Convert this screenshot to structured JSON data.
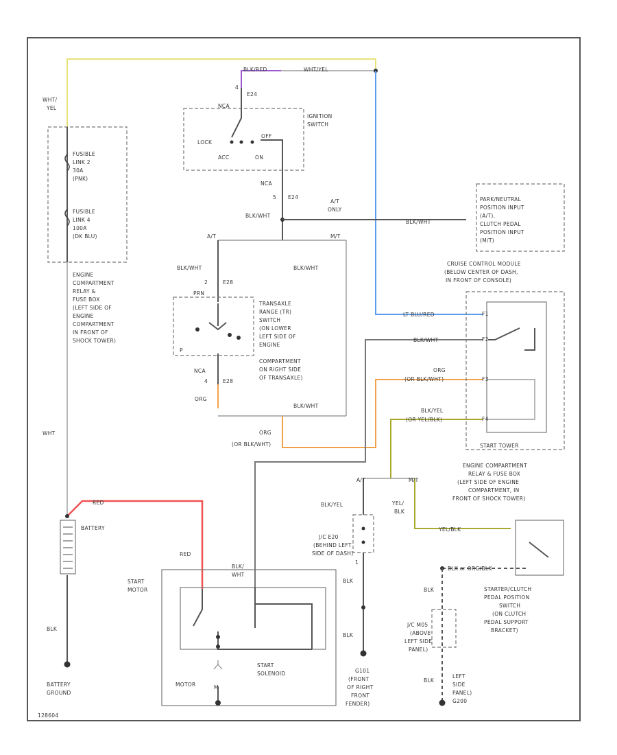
{
  "wire_colors": {
    "yellow": "#e8e27a",
    "blue": "#5b9bf0",
    "orange": "#f3a04a",
    "red": "#f05252",
    "yellow_green": "#a8a82e",
    "purple": "#9b59d0",
    "black": "#555555",
    "gray": "#888888"
  },
  "wires": {
    "wht_yel_top": "WHT/YEL",
    "wht_yel_left_1": "WHT/",
    "wht_yel_left_2": "YEL",
    "purple_label": "BLK/RED",
    "red_top": "RED",
    "red_side": "RED",
    "blk_battery": "BLK",
    "wht_left": "WHT",
    "blk_wht_ign": "BLK/WHT",
    "blk_wht_park": "BLK/WHT",
    "blk_wht_range": "BLK/WHT",
    "blk_wht_right": "BLK/WHT",
    "blk_wht_cruise": "BLK/WHT",
    "blk_wht_lower": "BLK/WHT",
    "lt_blu": "LT BLU/RED",
    "org_cruise_1": "ORG",
    "org_cruise_2": "(OR BLK/WHT)",
    "org_range": "ORG",
    "org_lower_1": "ORG",
    "org_lower_2": "(OR BLK/WHT)",
    "blk_yel_1": "BLK/YEL",
    "blk_yel_2": "(OR YEL/BLK)",
    "blk_yel_splice": "BLK/YEL",
    "yel_blk_1": "YEL/",
    "yel_blk_2": "BLK",
    "yel_blk_h": "YEL/BLK",
    "blk_wht_motor_1": "BLK/",
    "blk_wht_motor_2": "WHT",
    "blk_g1": "BLK",
    "blk_g2": "BLK",
    "blk_left_1": "BLK",
    "blk_left_2": "BLK",
    "blk_left_3": "BLK",
    "blk_clutch_h": "BLK or ORG/BLK",
    "at_only_1": "A/T",
    "at_only_2": "ONLY",
    "at_branch": "A/T",
    "mt_branch": "M/T",
    "at_splice": "A/T",
    "mt_splice": "M/T"
  },
  "connectors": {
    "c_e24_top": "E24",
    "c_e24_bottom": "E24",
    "c_e28_top": "E28",
    "c_e28_bottom": "E28",
    "pin_4": "4",
    "pin_5": "5",
    "pin_2": "2",
    "pin_4b": "4",
    "pin_1": "1",
    "nca_1": "NCA",
    "nca_2": "NCA",
    "nca_3": "NCA",
    "nca_4": "NCA",
    "prn": "PRN",
    "p": "P",
    "cruise_pins": [
      "F1",
      "F2",
      "F3",
      "F4"
    ]
  },
  "ignition": {
    "label": [
      "IGNITION",
      "SWITCH"
    ],
    "lock": "LOCK",
    "acc": "ACC",
    "on": "ON",
    "off": "OFF"
  },
  "fuse_box": {
    "fuse1": [
      "FUSIBLE",
      "LINK 2",
      "30A",
      "(PNK)"
    ],
    "fuse2": [
      "FUSIBLE",
      "LINK 4",
      "100A",
      "(DK BLU)"
    ],
    "caption": [
      "ENGINE",
      "COMPARTMENT",
      "RELAY &",
      "FUSE BOX",
      "(LEFT SIDE OF",
      "ENGINE",
      "COMPARTMENT",
      "IN FRONT OF",
      "SHOCK TOWER)"
    ]
  },
  "range_switch": {
    "caption": [
      "TRANSAXLE",
      "RANGE (TR)",
      "SWITCH",
      "(ON LOWER",
      "LEFT SIDE OF",
      "ENGINE",
      "COMPARTMENT",
      "ON RIGHT SIDE",
      "OF TRANSAXLE)"
    ]
  },
  "park_neutral": {
    "caption": [
      "PARK/NEUTRAL",
      "POSITION INPUT",
      "(A/T),",
      "CLUTCH PEDAL",
      "POSITION INPUT",
      "(M/T)"
    ]
  },
  "cruise": {
    "caption": [
      "CRUISE CONTROL MODULE",
      "(BELOW CENTER OF DASH,",
      "IN FRONT OF CONSOLE)"
    ],
    "relay": "START TOWER"
  },
  "relay_box": {
    "caption": [
      "ENGINE COMPARTMENT",
      "RELAY & FUSE BOX",
      "(LEFT SIDE OF ENGINE",
      "COMPARTMENT, IN",
      "FRONT OF SHOCK TOWER)"
    ]
  },
  "junction": {
    "jc_e20": [
      "J/C E20",
      "(BEHIND LEFT",
      "SIDE OF DASH)"
    ],
    "jc_m": [
      "J/C M05",
      "(ABOVE",
      "LEFT SIDE",
      "PANEL)"
    ]
  },
  "clutch_switch": {
    "caption": [
      "STARTER/CLUTCH",
      "PEDAL POSITION",
      "SWITCH",
      "(ON CLUTCH",
      "PEDAL SUPPORT",
      "BRACKET)"
    ]
  },
  "battery": {
    "label": "BATTERY",
    "ground": [
      "BATTERY",
      "GROUND"
    ]
  },
  "starter": {
    "label": [
      "START",
      "MOTOR"
    ],
    "solenoid": [
      "START",
      "SOLENOID"
    ],
    "motor": "MOTOR",
    "m_symbol": "M"
  },
  "grounds": {
    "g1": [
      "G101",
      "(FRONT",
      "OF RIGHT",
      "FRONT",
      "FENDER)"
    ],
    "g2": [
      "LEFT",
      "SIDE",
      "PANEL)",
      "G200"
    ]
  },
  "footer": {
    "code": "128604"
  }
}
